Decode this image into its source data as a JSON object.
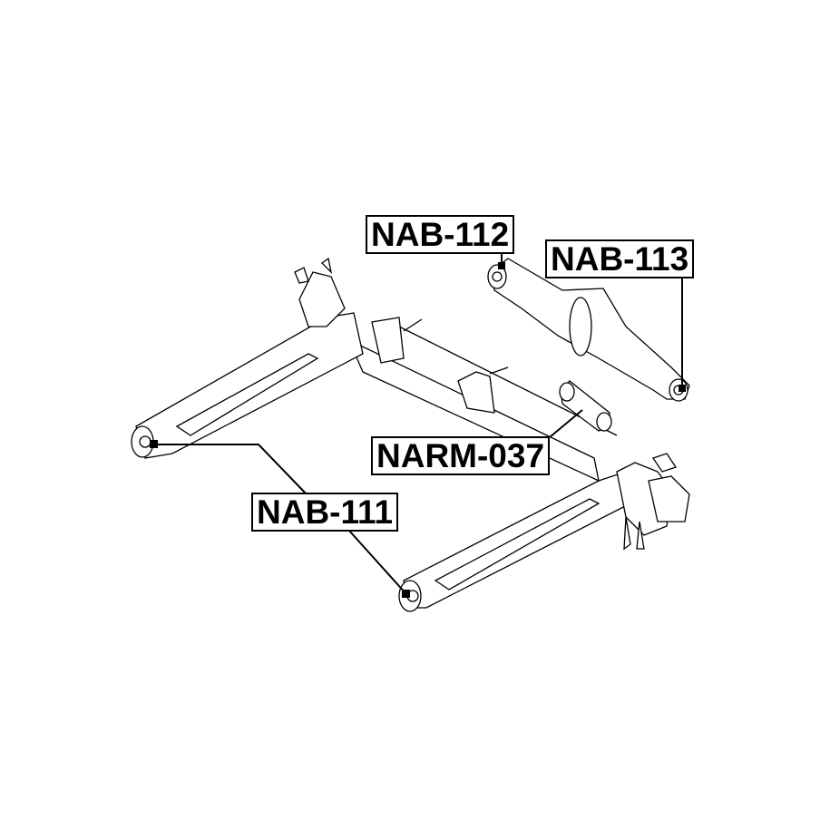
{
  "labels": {
    "nab112": "NAB-112",
    "nab113": "NAB-113",
    "narm037": "NARM-037",
    "nab111": "NAB-111"
  },
  "colors": {
    "line": "#000000",
    "background": "#ffffff"
  }
}
